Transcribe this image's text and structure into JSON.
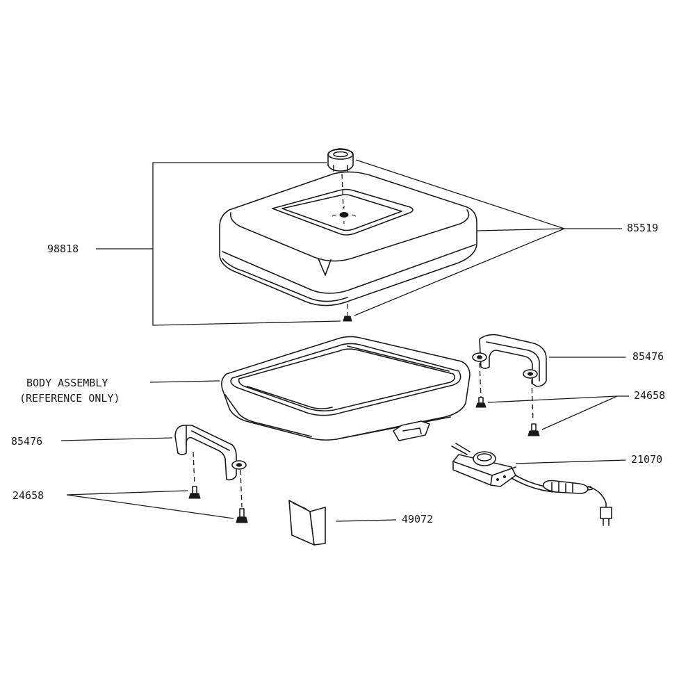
{
  "parts": {
    "cover_assembly": "98818",
    "cover_knob_kit": "85519",
    "handle_right": "85476",
    "screw_right": "24658",
    "body_assembly_line1": "BODY ASSEMBLY",
    "body_assembly_line2": "(REFERENCE ONLY)",
    "handle_left": "85476",
    "screw_left": "24658",
    "control_cord": "21070",
    "instruction_booklet": "49072"
  },
  "icons": [
    "knob-icon",
    "cover-icon",
    "pan-icon",
    "handle-icon",
    "screw-icon",
    "temperature-control-icon",
    "booklet-icon",
    "power-plug-icon"
  ]
}
